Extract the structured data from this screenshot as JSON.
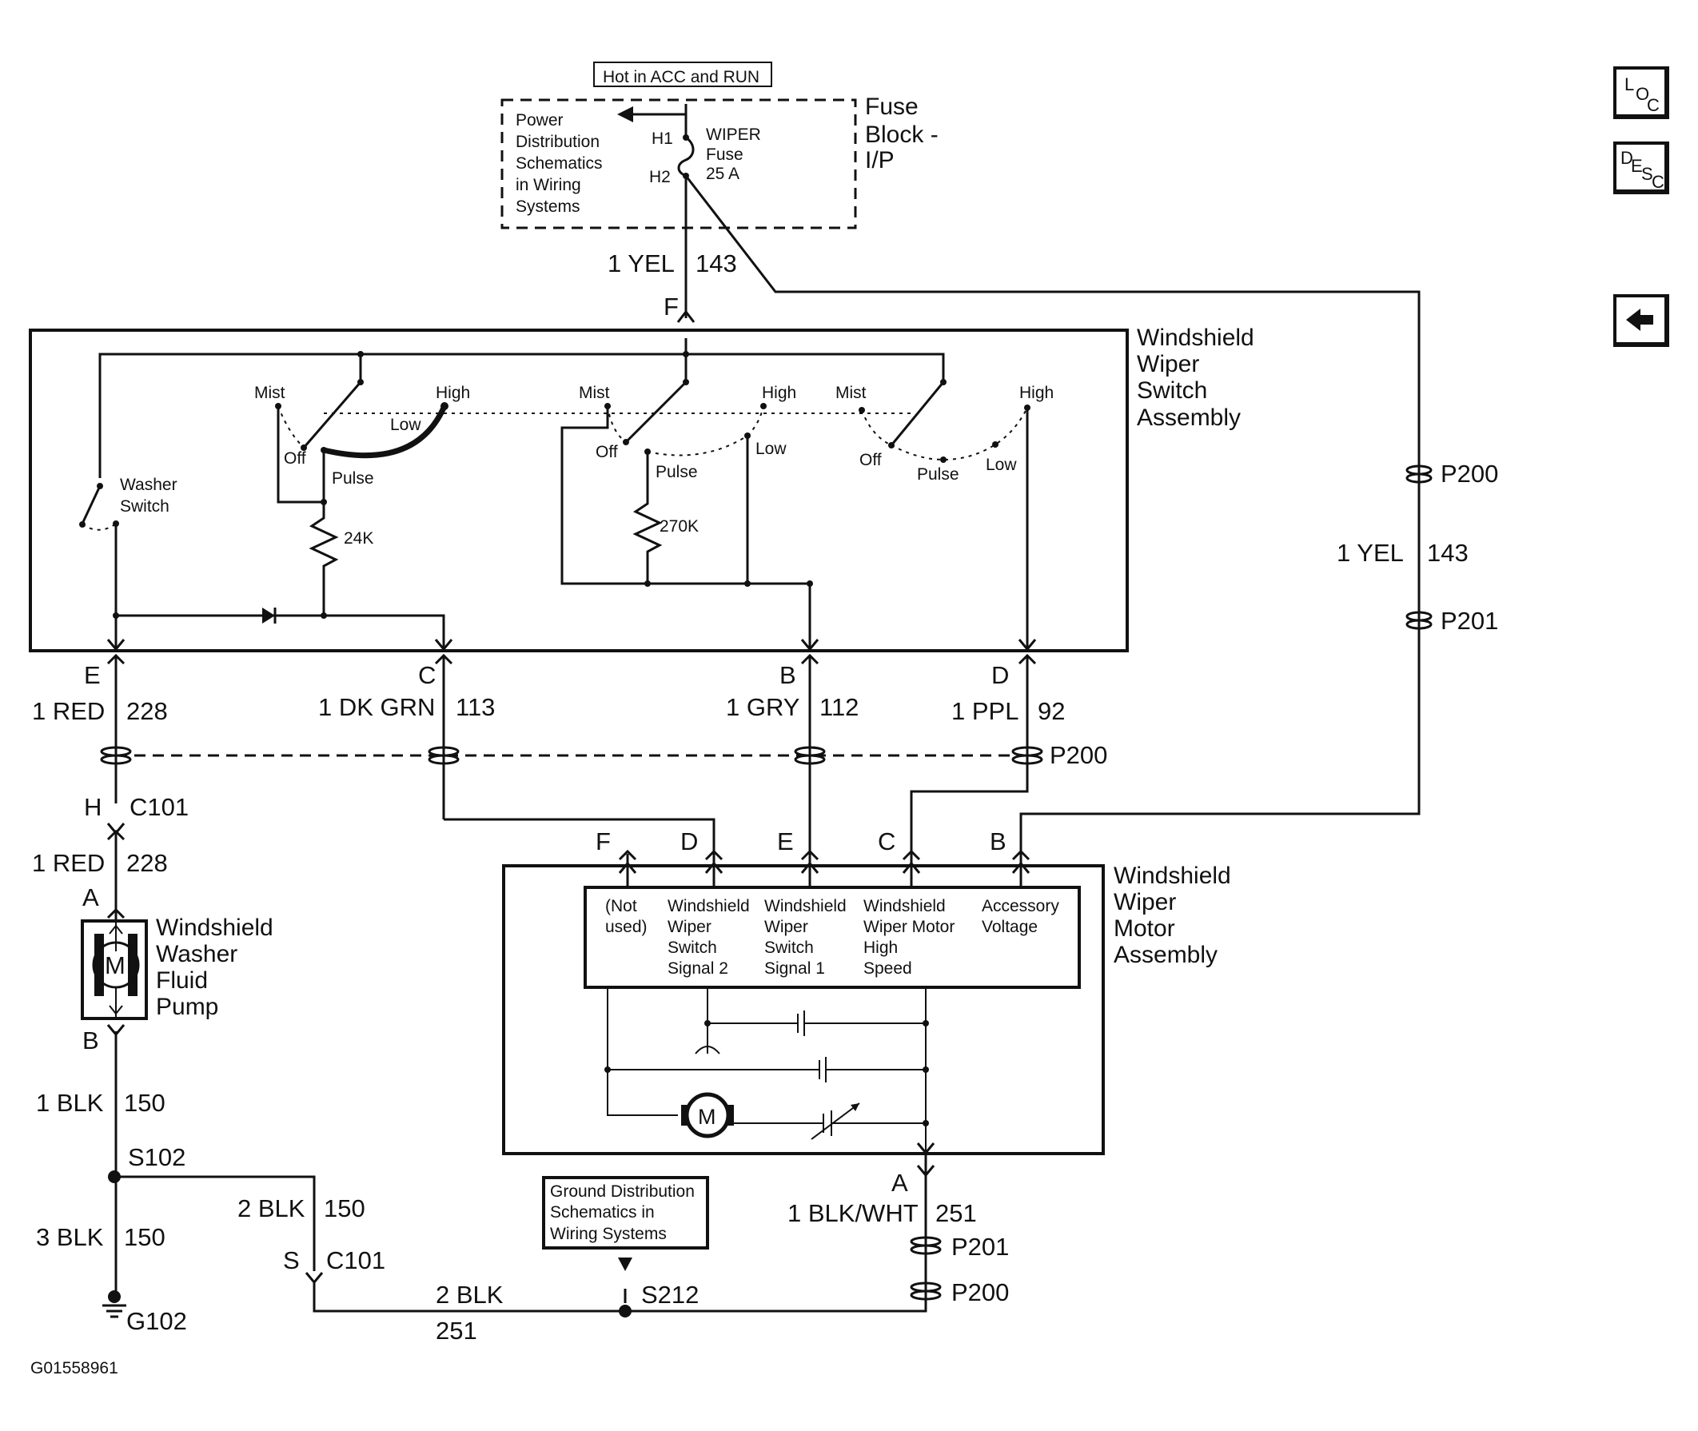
{
  "fuse_block": {
    "hot_label": "Hot in ACC and RUN",
    "title": "Fuse Block - I/P",
    "title_lines": [
      "Fuse",
      "Block -",
      "I/P"
    ],
    "power_note": [
      "Power",
      "Distribution",
      "Schematics",
      "in Wiring",
      "Systems"
    ],
    "fuse_name": [
      "WIPER",
      "Fuse",
      "25 A"
    ],
    "pin_h1": "H1",
    "pin_h2": "H2"
  },
  "switch_assembly": {
    "title": [
      "Windshield",
      "Wiper",
      "Switch",
      "Assembly"
    ],
    "positions": {
      "mist": "Mist",
      "high": "High",
      "low": "Low",
      "off": "Off",
      "pulse": "Pulse"
    },
    "washer_switch": [
      "Washer",
      "Switch"
    ],
    "resistor_1": "24K",
    "resistor_2": "270K"
  },
  "connectors": {
    "feed_pin": "F",
    "feed_wire": {
      "gauge_color": "1 YEL",
      "circuit": "143"
    },
    "e": {
      "pin": "E",
      "gauge_color": "1 RED",
      "circuit": "228"
    },
    "c": {
      "pin": "C",
      "gauge_color": "1 DK GRN",
      "circuit": "113"
    },
    "b": {
      "pin": "B",
      "gauge_color": "1 GRY",
      "circuit": "112"
    },
    "d": {
      "pin": "D",
      "gauge_color": "1 PPL",
      "circuit": "92"
    },
    "p200": "P200",
    "p201": "P201",
    "right_wire": {
      "gauge_color": "1 YEL",
      "circuit": "143"
    },
    "c101_pin_h": "H",
    "c101": "C101",
    "pump_wire": {
      "gauge_color": "1 RED",
      "circuit": "228"
    },
    "pump_pin_a": "A",
    "pump_pin_b": "B"
  },
  "washer_pump": {
    "title": [
      "Windshield",
      "Washer",
      "Fluid",
      "Pump"
    ],
    "motor_symbol": "M"
  },
  "motor_assembly": {
    "title": [
      "Windshield",
      "Wiper",
      "Motor",
      "Assembly"
    ],
    "pins": [
      "F",
      "D",
      "E",
      "C",
      "B"
    ],
    "pin_functions": [
      [
        "(Not",
        "used)"
      ],
      [
        "Windshield",
        "Wiper",
        "Switch",
        "Signal 2"
      ],
      [
        "Windshield",
        "Wiper",
        "Switch",
        "Signal 1"
      ],
      [
        "Windshield",
        "Wiper Motor",
        "High",
        "Speed"
      ],
      [
        "Accessory",
        "Voltage"
      ]
    ],
    "motor_symbol": "M",
    "ground_pin": "A",
    "ground_wire": {
      "gauge_color": "1 BLK/WHT",
      "circuit": "251"
    }
  },
  "ground": {
    "pump_ground_wire": {
      "gauge_color": "1 BLK",
      "circuit": "150"
    },
    "splice_s102": "S102",
    "wire_3blk": {
      "gauge_color": "3 BLK",
      "circuit": "150"
    },
    "ground_g102": "G102",
    "wire_2blk_150": {
      "gauge_color": "2 BLK",
      "circuit": "150"
    },
    "c101_pin_s": "S",
    "c101": "C101",
    "wire_2blk_251": {
      "gauge_color": "2 BLK",
      "circuit": "251"
    },
    "splice_s212": "S212",
    "ground_note": [
      "Ground Distribution",
      "Schematics in",
      "Wiring Systems"
    ]
  },
  "figure_id": "G01558961",
  "side_buttons": {
    "loc": [
      "L",
      "O",
      "C"
    ],
    "desc": [
      "D",
      "E",
      "S",
      "C"
    ],
    "back_icon": "left-arrow-icon"
  }
}
